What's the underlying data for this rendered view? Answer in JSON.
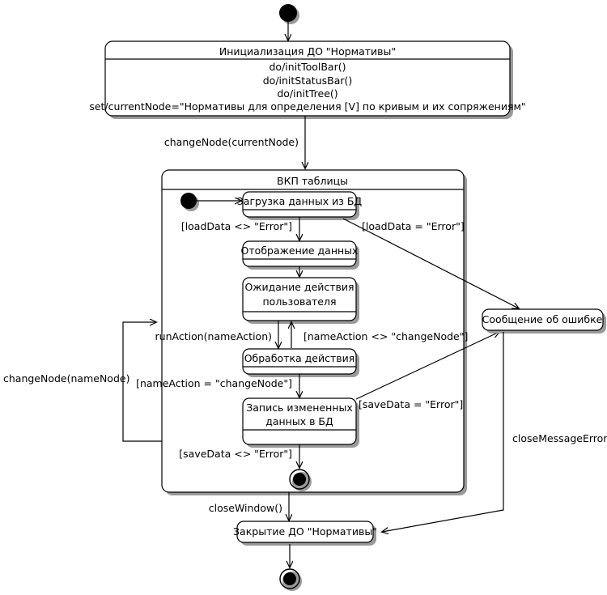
{
  "diagram": {
    "type": "uml-state-machine",
    "title": "",
    "nodes": {
      "start": {
        "kind": "initial-state",
        "label": ""
      },
      "init": {
        "kind": "state",
        "name": "Инициализация ДО \"Нормативы\"",
        "actions": [
          "do/initToolBar()",
          "do/initStatusBar()",
          "do/initTree()",
          "set/currentNode=\"Нормативы для определения [V] по кривым и их сопряжениям\""
        ]
      },
      "composite": {
        "kind": "composite-state",
        "name": "ВКП таблицы"
      },
      "inner_start": {
        "kind": "initial-state",
        "label": ""
      },
      "load": {
        "kind": "state",
        "name": "Загрузка данных из БД"
      },
      "display": {
        "kind": "state",
        "name": "Отображение данных"
      },
      "wait": {
        "kind": "state",
        "name": "Ожидание действия пользователя",
        "line1": "Ожидание действия",
        "line2": "пользователя"
      },
      "process": {
        "kind": "state",
        "name": "Обработка действия"
      },
      "save": {
        "kind": "state",
        "name": "Запись измененных данных в БД",
        "line1": "Запись измененных",
        "line2": "данных в БД"
      },
      "inner_final": {
        "kind": "final-state",
        "label": ""
      },
      "error": {
        "kind": "state",
        "name": "Сообщение об ошибке"
      },
      "close": {
        "kind": "state",
        "name": "Закрытие ДО \"Нормативы\""
      },
      "final": {
        "kind": "final-state",
        "label": ""
      }
    },
    "transitions": [
      {
        "from": "start",
        "to": "init",
        "label": ""
      },
      {
        "from": "init",
        "to": "composite",
        "label": "changeNode(currentNode)"
      },
      {
        "from": "inner_start",
        "to": "load",
        "label": ""
      },
      {
        "from": "load",
        "to": "display",
        "label": "[loadData <> \"Error\"]"
      },
      {
        "from": "load",
        "to": "error",
        "label": "[loadData = \"Error\"]"
      },
      {
        "from": "display",
        "to": "wait",
        "label": ""
      },
      {
        "from": "wait",
        "to": "process",
        "label": "runAction(nameAction)"
      },
      {
        "from": "process",
        "to": "wait",
        "label": "[nameAction <> \"changeNode\"]"
      },
      {
        "from": "process",
        "to": "save",
        "label": "[nameAction = \"changeNode\"]"
      },
      {
        "from": "save",
        "to": "error",
        "label": "[saveData = \"Error\"]"
      },
      {
        "from": "save",
        "to": "inner_final",
        "label": "[saveData <> \"Error\"]"
      },
      {
        "from": "composite",
        "to": "composite",
        "label": "changeNode(nameNode)"
      },
      {
        "from": "composite",
        "to": "close",
        "label": "closeWindow()"
      },
      {
        "from": "error",
        "to": "close",
        "label": "closeMessageError()"
      },
      {
        "from": "close",
        "to": "final",
        "label": ""
      }
    ],
    "labels": {
      "changeNodeCurrent": "changeNode(currentNode)",
      "loadOk": "[loadData <> \"Error\"]",
      "loadErr": "[loadData = \"Error\"]",
      "runAction": "runAction(nameAction)",
      "nameActionNe": "[nameAction <> \"changeNode\"]",
      "nameActionEq": "[nameAction = \"changeNode\"]",
      "saveErr": "[saveData = \"Error\"]",
      "saveOk": "[saveData <> \"Error\"]",
      "changeNodeName": "changeNode(nameNode)",
      "closeWindow": "closeWindow()",
      "closeMessageError": "closeMessageError()"
    },
    "colors": {
      "stroke": "#000000",
      "fill": "#ffffff",
      "shadow": "#9a9a9a"
    }
  }
}
